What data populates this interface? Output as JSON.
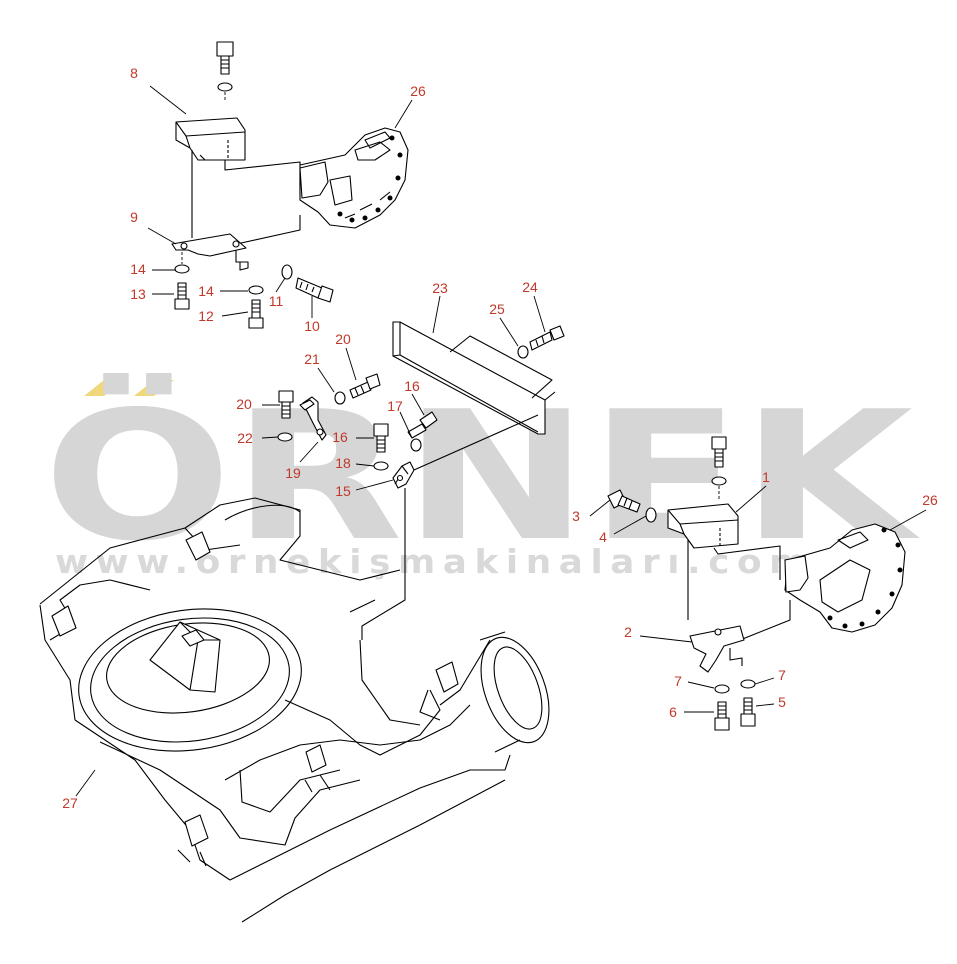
{
  "colors": {
    "callout": "#c0392b",
    "watermark": "#d6d6d6",
    "watermark_accent": "#f0d77a",
    "line": "#000000"
  },
  "watermark": {
    "text": "ÖRNEK",
    "url": "www.ornekişmakinaları.com.tr"
  },
  "callouts": [
    {
      "id": "c8",
      "label": "8"
    },
    {
      "id": "c26a",
      "label": "26"
    },
    {
      "id": "c9",
      "label": "9"
    },
    {
      "id": "c14a",
      "label": "14"
    },
    {
      "id": "c14b",
      "label": "14"
    },
    {
      "id": "c13",
      "label": "13"
    },
    {
      "id": "c11",
      "label": "11"
    },
    {
      "id": "c12",
      "label": "12"
    },
    {
      "id": "c10",
      "label": "10"
    },
    {
      "id": "c23",
      "label": "23"
    },
    {
      "id": "c24",
      "label": "24"
    },
    {
      "id": "c25",
      "label": "25"
    },
    {
      "id": "c20a",
      "label": "20"
    },
    {
      "id": "c21",
      "label": "21"
    },
    {
      "id": "c16a",
      "label": "16"
    },
    {
      "id": "c20b",
      "label": "20"
    },
    {
      "id": "c17",
      "label": "17"
    },
    {
      "id": "c22",
      "label": "22"
    },
    {
      "id": "c16b",
      "label": "16"
    },
    {
      "id": "c18",
      "label": "18"
    },
    {
      "id": "c19",
      "label": "19"
    },
    {
      "id": "c15",
      "label": "15"
    },
    {
      "id": "c1",
      "label": "1"
    },
    {
      "id": "c26b",
      "label": "26"
    },
    {
      "id": "c3",
      "label": "3"
    },
    {
      "id": "c4",
      "label": "4"
    },
    {
      "id": "c2",
      "label": "2"
    },
    {
      "id": "c7a",
      "label": "7"
    },
    {
      "id": "c7b",
      "label": "7"
    },
    {
      "id": "c6",
      "label": "6"
    },
    {
      "id": "c5",
      "label": "5"
    },
    {
      "id": "c27",
      "label": "27"
    }
  ]
}
